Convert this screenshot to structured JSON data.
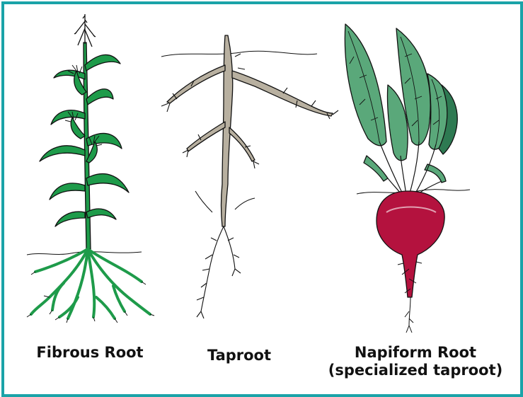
{
  "labels": {
    "fibrous": "Fibrous Root",
    "taproot": "Taproot",
    "napiform_line1": "Napiform Root",
    "napiform_line2": "(specialized taproot)"
  },
  "colors": {
    "border": "#1aa3a8",
    "leaf_green": "#1e9b4a",
    "beet_leaf": "#5aa87a",
    "beet_root": "#b4123e",
    "taproot_fill": "#b8b0a0",
    "outline": "#111111"
  }
}
